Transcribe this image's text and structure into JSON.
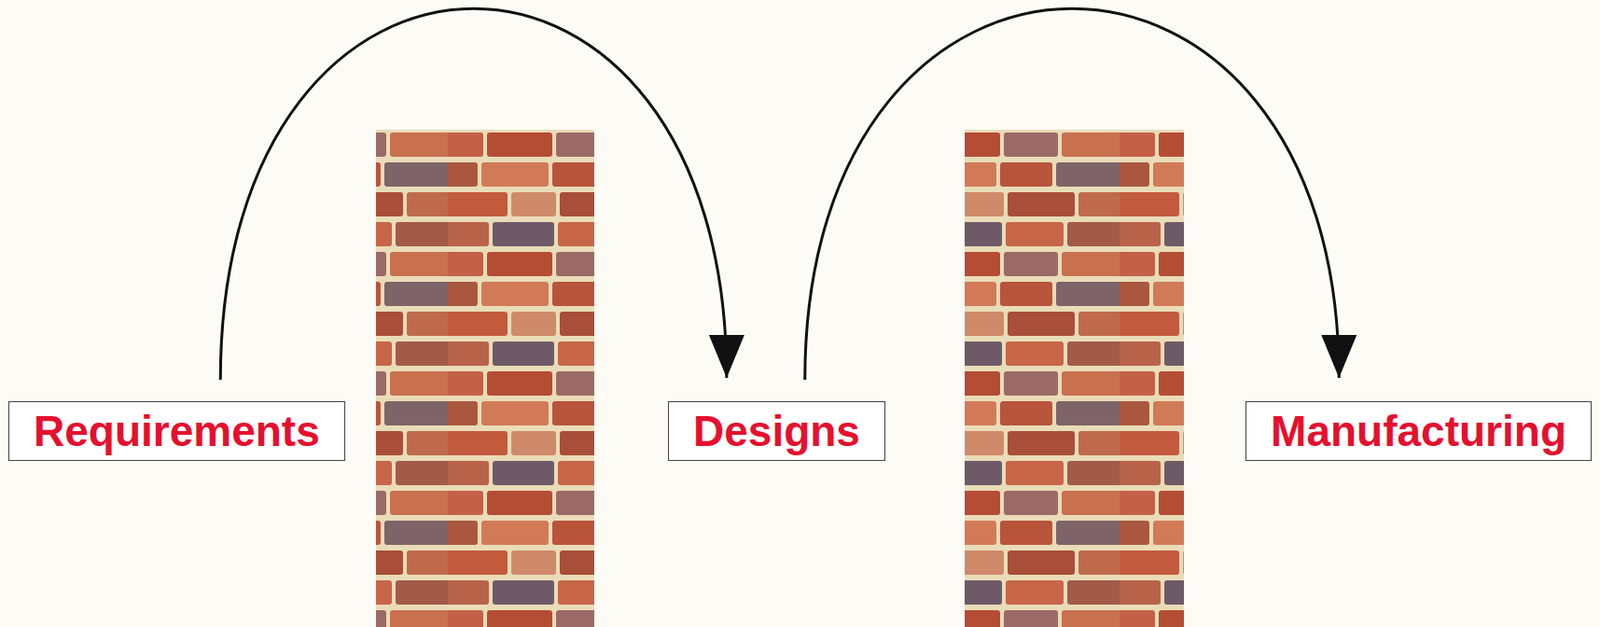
{
  "diagram": {
    "nodes": [
      {
        "text": [
          "Requirements"
        ]
      },
      {
        "text": [
          "Designs"
        ]
      },
      {
        "text": [
          "Manufacturing"
        ]
      }
    ],
    "edges": [
      {
        "from": 0,
        "to": 1,
        "arrow": "to"
      },
      {
        "from": 1,
        "to": 2,
        "arrow": "to"
      }
    ]
  }
}
